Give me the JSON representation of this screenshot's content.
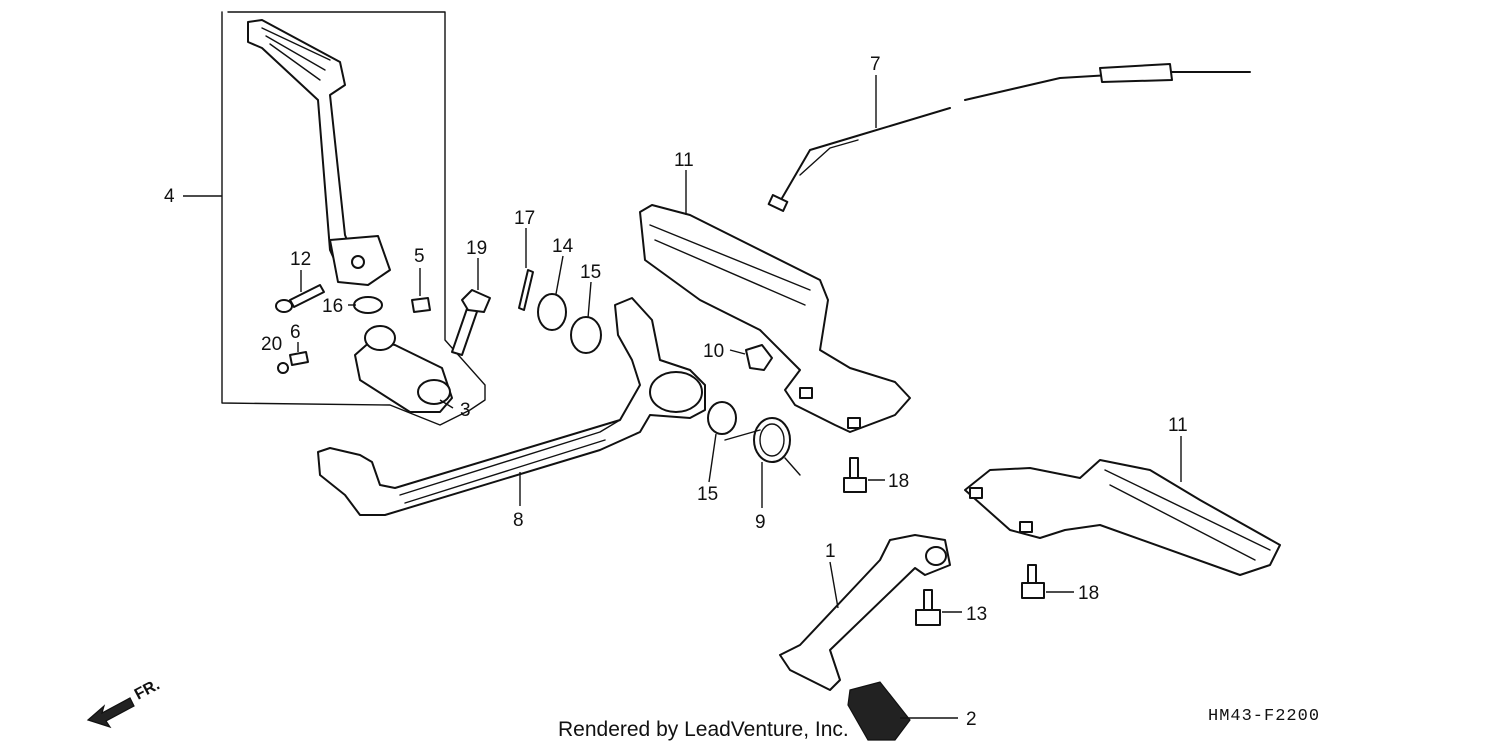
{
  "diagram": {
    "callouts": [
      "1",
      "2",
      "3",
      "4",
      "5",
      "6",
      "7",
      "8",
      "9",
      "10",
      "11",
      "11",
      "12",
      "13",
      "14",
      "15",
      "15",
      "16",
      "17",
      "18",
      "18",
      "19",
      "20"
    ],
    "front_label": "FR.",
    "credit": "Rendered by LeadVenture, Inc.",
    "diagram_code": "HM43-F2200"
  }
}
